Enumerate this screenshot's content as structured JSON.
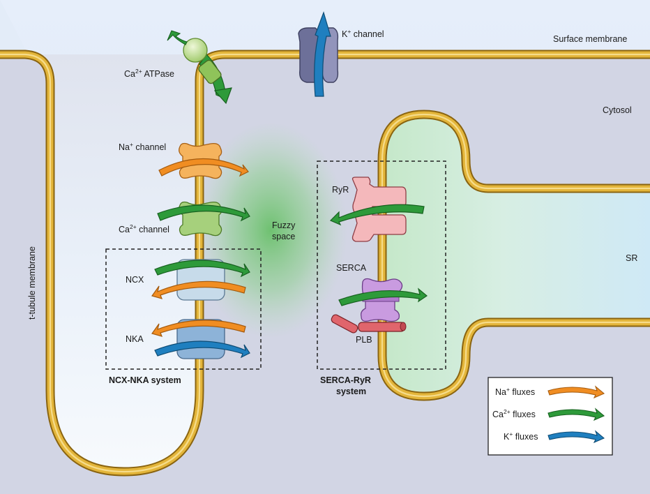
{
  "colors": {
    "sky": "#dfe9f7",
    "cytosol": "#d2d5e4",
    "ttubule_lumen": "#eef4fb",
    "membrane": "#d2a52c",
    "membrane_dark": "#8a6410",
    "sr_lumen": "#d6eef7",
    "fuzzy_green": "#6cc56a",
    "na_orange": "#f08d22",
    "ca_green": "#2e9a3a",
    "k_blue": "#1f7fbf",
    "pump_ca": "#c9e4a8",
    "ncx_box": "#c7dbea",
    "nka_box": "#8db3d8",
    "k_channel": "#7d7fa6",
    "ryr": "#f4b8bb",
    "serca": "#c99be0",
    "plb": "#e0656c"
  },
  "icons": [
    "k-channel-icon",
    "ca-atpase-icon",
    "na-channel-icon",
    "ca-channel-icon",
    "ncx-icon",
    "nka-icon",
    "ryr-icon",
    "serca-icon",
    "plb-icon"
  ],
  "labels": {
    "surface_membrane": "Surface membrane",
    "cytosol": "Cytosol",
    "sr": "SR",
    "t_tubule": "t-tubule membrane",
    "fuzzy_space_1": "Fuzzy",
    "fuzzy_space_2": "space",
    "ryr": "RyR",
    "serca": "SERCA",
    "plb": "PLB",
    "ncx": "NCX",
    "nka": "NKA",
    "ncx_nka_system": "NCX-NKA system",
    "serca_ryr_system_1": "SERCA-RyR",
    "serca_ryr_system_2": "system",
    "k_channel": {
      "ion": "K",
      "charge": "+",
      "rest": " channel"
    },
    "ca_atpase": {
      "ion": "Ca",
      "charge": "2+",
      "rest": " ATPase"
    },
    "na_channel": {
      "ion": "Na",
      "charge": "+",
      "rest": " channel"
    },
    "ca_channel": {
      "ion": "Ca",
      "charge": "2+",
      "rest": " channel"
    }
  },
  "legend": [
    {
      "ion": "Na",
      "charge": "+",
      "rest": " fluxes",
      "color": "#f08d22"
    },
    {
      "ion": "Ca",
      "charge": "2+",
      "rest": " fluxes",
      "color": "#2e9a3a"
    },
    {
      "ion": "K",
      "charge": "+",
      "rest": " fluxes",
      "color": "#1f7fbf"
    }
  ]
}
